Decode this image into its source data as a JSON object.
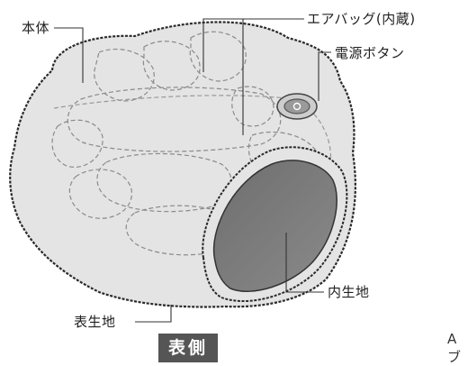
{
  "labels": {
    "body": "本体",
    "airbag": "エアバッグ(内蔵)",
    "power_button": "電源ボタン",
    "inner_fabric": "内生地",
    "outer_fabric": "表生地"
  },
  "view_label": "表側",
  "edge_text": [
    "A",
    "ブ"
  ],
  "colors": {
    "fur": "#e4e4e4",
    "fur_outline": "#2a2a2a",
    "inner_fabric": "#7a7a7a",
    "badge": "#555555"
  }
}
